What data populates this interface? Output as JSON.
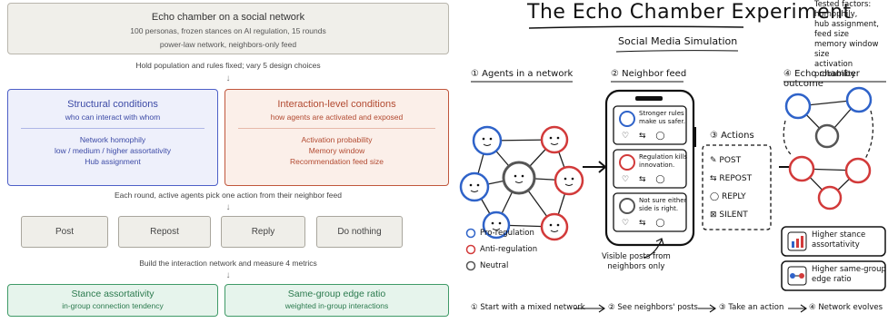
{
  "flowchart": {
    "top": {
      "title": "Echo chamber on a social network",
      "line1": "100 personas, frozen stances on AI regulation, 15 rounds",
      "line2": "power-law network, neighbors-only feed"
    },
    "step1": "Hold population and rules fixed; vary 5 design choices",
    "structural": {
      "title": "Structural conditions",
      "subtitle": "who can interact with whom",
      "items": [
        "Network homophily",
        "low / medium / higher assortativity",
        "Hub assignment"
      ]
    },
    "interaction": {
      "title": "Interaction-level conditions",
      "subtitle": "how agents are activated and exposed",
      "items": [
        "Activation probability",
        "Memory window",
        "Recommendation feed size"
      ]
    },
    "step2": "Each round, active agents pick one action from their neighbor feed",
    "actions": [
      "Post",
      "Repost",
      "Reply",
      "Do nothing"
    ],
    "step3": "Build the interaction network and measure 4 metrics",
    "metrics": [
      {
        "title": "Stance assortativity",
        "subtitle": "in-group connection tendency"
      },
      {
        "title": "Same-group edge ratio",
        "subtitle": "weighted in-group interactions"
      }
    ],
    "arrow_glyph": "↓"
  },
  "sketch": {
    "title": "The Echo Chamber Experiment",
    "subtitle": "Social Media Simulation",
    "tested": {
      "heading": "Tested factors:",
      "items": [
        "homophily,",
        "hub assignment,",
        "feed size",
        "memory window size",
        "activation probability"
      ]
    },
    "sections": {
      "s1": "① Agents in a network",
      "s2": "② Neighbor feed",
      "s3": "③ Actions",
      "s4": "④ Echo chamber outcome"
    },
    "posts": [
      {
        "line1": "Stronger rules",
        "line2": "make us safer."
      },
      {
        "line1": "Regulation kills",
        "line2": "innovation."
      },
      {
        "line1": "Not sure either",
        "line2": "side is right."
      }
    ],
    "post_icons": [
      "♡",
      "⇆",
      "◯"
    ],
    "actions": [
      {
        "icon": "✎",
        "label": "POST"
      },
      {
        "icon": "⇆",
        "label": "REPOST"
      },
      {
        "icon": "◯",
        "label": "REPLY"
      },
      {
        "icon": "⊠",
        "label": "SILENT"
      }
    ],
    "legend": [
      {
        "label": "Pro-regulation",
        "color": "#2f63c9"
      },
      {
        "label": "Anti-regulation",
        "color": "#d23a3a"
      },
      {
        "label": "Neutral",
        "color": "#555555"
      }
    ],
    "feed_note": {
      "line1": "Visible posts from",
      "line2": "neighbors only"
    },
    "outcomes": [
      {
        "line1": "Higher stance",
        "line2": "assortativity"
      },
      {
        "line1": "Higher same-group",
        "line2": "edge ratio"
      }
    ],
    "flow": [
      "① Start with a mixed network",
      "② See neighbors' posts",
      "③ Take an action",
      "④ Network evolves"
    ]
  }
}
